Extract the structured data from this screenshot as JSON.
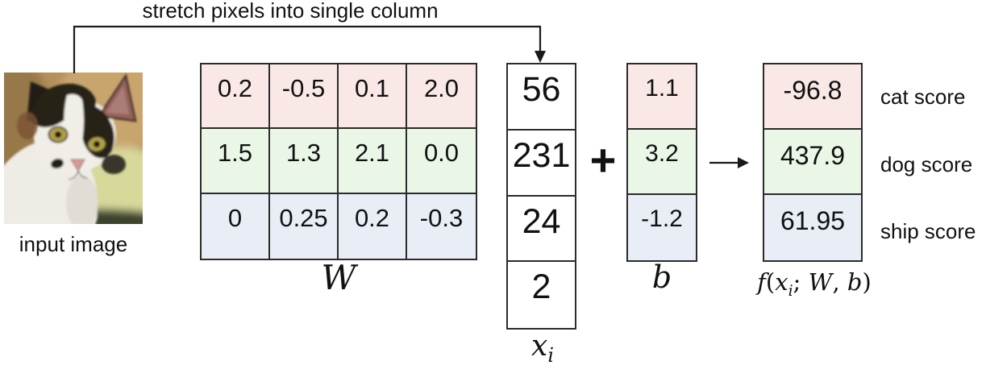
{
  "header": {
    "arrow_label": "stretch pixels into single column"
  },
  "input_image": {
    "caption": "input image",
    "subject": "cat photo"
  },
  "weight_matrix": {
    "label": "W",
    "rows": [
      {
        "class_name": "cat",
        "values": [
          "0.2",
          "-0.5",
          "0.1",
          "2.0"
        ]
      },
      {
        "class_name": "dog",
        "values": [
          "1.5",
          "1.3",
          "2.1",
          "0.0"
        ]
      },
      {
        "class_name": "ship",
        "values": [
          "0",
          "0.25",
          "0.2",
          "-0.3"
        ]
      }
    ]
  },
  "pixel_vector": {
    "label_base": "x",
    "label_sub": "i",
    "values": [
      "56",
      "231",
      "24",
      "2"
    ]
  },
  "plus_operator": "+",
  "bias_vector": {
    "label": "b",
    "values": [
      "1.1",
      "3.2",
      "-1.2"
    ]
  },
  "score_vector": {
    "label_parts": {
      "f": "f",
      "open": "(",
      "x": "x",
      "sub": "i",
      "semi": ";",
      "w": "W",
      "comma": ",",
      "b": "b",
      "close": ")"
    },
    "values": [
      "-96.8",
      "437.9",
      "61.95"
    ],
    "score_labels": [
      "cat score",
      "dog score",
      "ship score"
    ]
  },
  "colors": {
    "cat_row": "#f9e8e6",
    "dog_row": "#eaf7e6",
    "ship_row": "#e8edf6",
    "border": "#2b2b2b",
    "arrow": "#1a1a1a"
  }
}
